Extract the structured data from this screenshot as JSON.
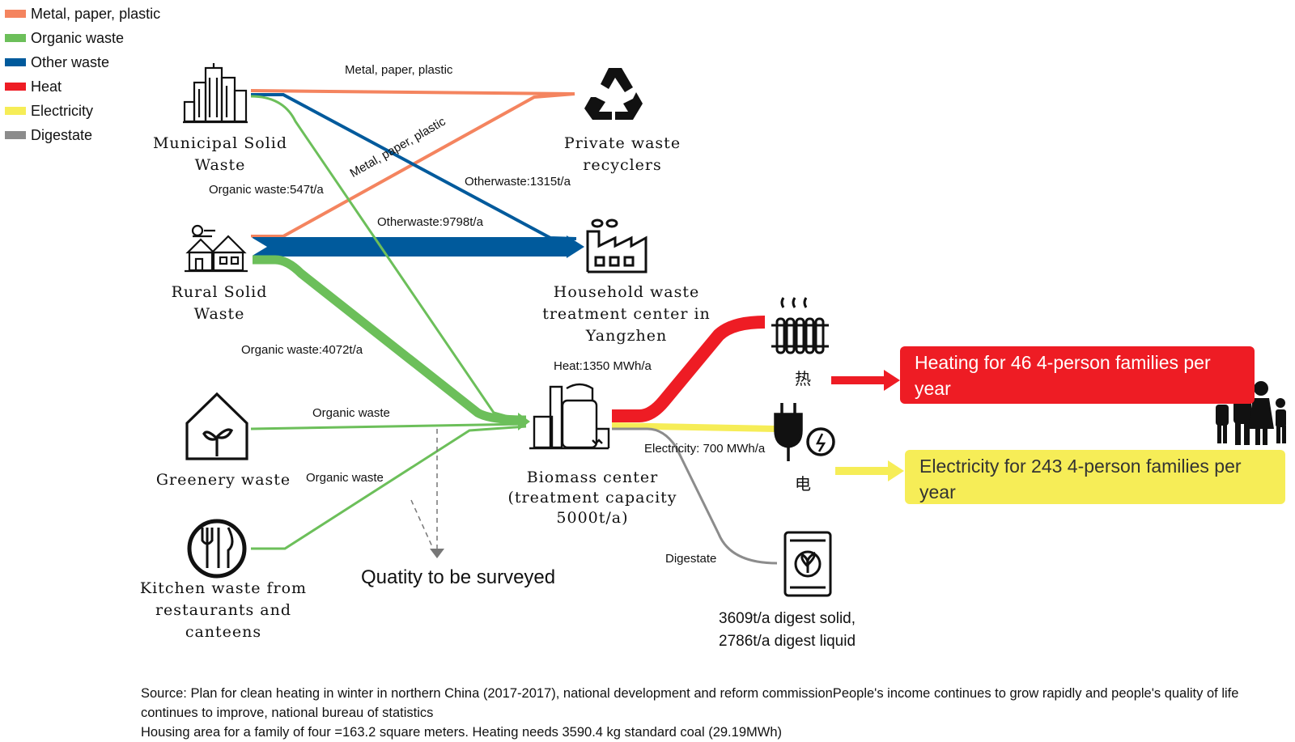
{
  "legend": [
    {
      "label": "Metal, paper, plastic",
      "color": "#f4845f"
    },
    {
      "label": "Organic waste",
      "color": "#6cbf5a"
    },
    {
      "label": "Other waste",
      "color": "#005a9c"
    },
    {
      "label": "Heat",
      "color": "#ee1c24"
    },
    {
      "label": "Electricity",
      "color": "#f6ed57"
    },
    {
      "label": "Digestate",
      "color": "#8c8c8c"
    }
  ],
  "nodes": {
    "municipal": "Municipal Solid\nWaste",
    "rural": "Rural Solid\nWaste",
    "greenery": "Greenery waste",
    "kitchen": "Kitchen waste from\nrestaurants and\ncanteens",
    "private": "Private waste\nrecyclers",
    "household": "Household waste\ntreatment center in\nYangzhen",
    "biomass": "Biomass center\n(treatment capacity\n5000t/a)"
  },
  "flow_labels": {
    "msw_metal": "Metal, paper, plastic",
    "rsw_metal": "Metal, paper, plastic",
    "msw_organic": "Organic waste:547t/a",
    "msw_other": "Otherwaste:1315t/a",
    "rsw_other": "Otherwaste:9798t/a",
    "rsw_organic": "Organic waste:4072t/a",
    "greenery_organic": "Organic waste",
    "kitchen_organic": "Organic waste",
    "heat": "Heat:1350 MWh/a",
    "electricity": "Electricity: 700 MWh/a",
    "digestate": "Digestate"
  },
  "outputs": {
    "heat_char": "热",
    "elec_char": "电",
    "heat_result": "Heating for 46 4-person families per year",
    "elec_result": "Electricity for 243 4-person families per year",
    "digestate_result_1": "3609t/a digest solid,",
    "digestate_result_2": "2786t/a digest liquid"
  },
  "survey": "Quatity to be surveyed",
  "source": {
    "line1": "Source: Plan for clean heating in winter in northern China (2017-2017), national development and reform commissionPeople's income continues to grow rapidly and people's quality of life continues to improve, national bureau of statistics",
    "line2": "Housing area for a family of four =163.2 square meters. Heating needs 3590.4 kg standard coal (29.19MWh)"
  }
}
